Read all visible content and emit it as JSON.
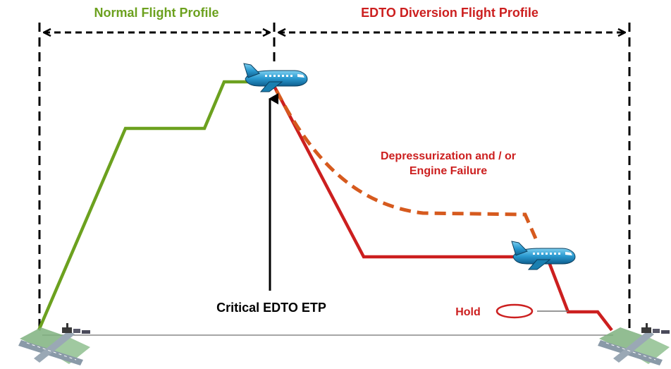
{
  "labels": {
    "normal_profile": "Normal Flight Profile",
    "diversion_profile": "EDTO Diversion Flight Profile",
    "depressurization_line1": "Depressurization and / or",
    "depressurization_line2": "Engine Failure",
    "critical_etp": "Critical EDTO ETP",
    "hold": "Hold"
  },
  "colors": {
    "normal": "#6ca11f",
    "diversion": "#cc1f1f",
    "dashed_diversion": "#d65a1e",
    "aircraft_body": "#1f8fbf",
    "black": "#000000"
  },
  "icons": [
    "airplane-icon",
    "airport-icon"
  ]
}
